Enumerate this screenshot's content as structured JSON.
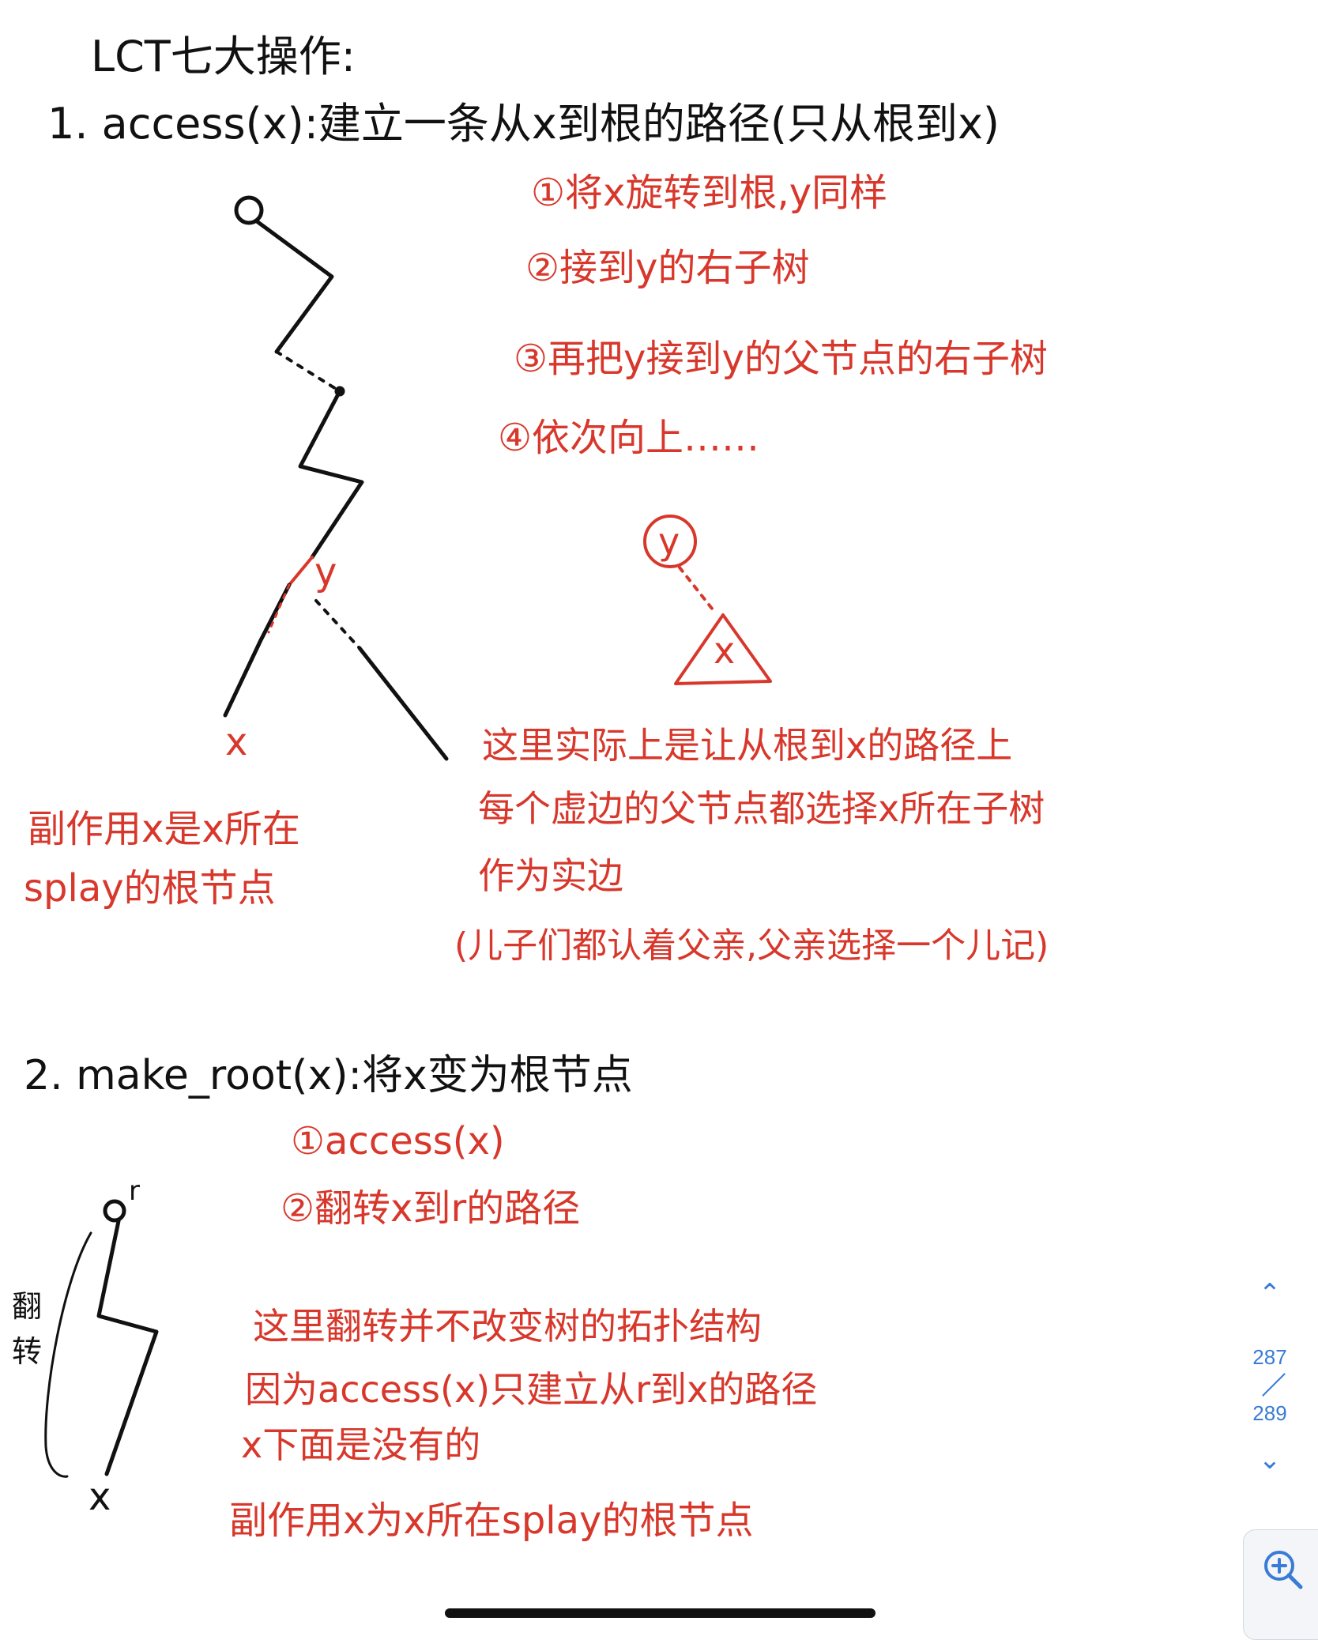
{
  "title": "LCT七大操作:",
  "section1": {
    "heading": "1. access(x):建立一条从x到根的路径(只从根到x)",
    "steps": [
      "①将x旋转到根,y同样",
      "②接到y的右子树",
      "③再把y接到y的父节点的右子树",
      "④依次向上……"
    ],
    "tree_labels": {
      "y": "y",
      "x": "x"
    },
    "diagram": {
      "top_label": "y",
      "triangle_label": "x"
    },
    "note": [
      "这里实际上是让从根到x的路径上",
      "每个虚边的父节点都选择x所在子树",
      "作为实边",
      "(儿子们都认着父亲,父亲选择一个儿记)"
    ],
    "side_effect": [
      "副作用x是x所在",
      "splay的根节点"
    ]
  },
  "section2": {
    "heading": "2. make_root(x):将x变为根节点",
    "steps": [
      "①access(x)",
      "②翻转x到r的路径"
    ],
    "tree_labels": {
      "root": "r",
      "side": "翻转",
      "x": "x"
    },
    "note": [
      "这里翻转并不改变树的拓扑结构",
      "因为access(x)只建立从r到x的路径",
      "x下面是没有的"
    ],
    "side_effect": "副作用x为x所在splay的根节点"
  },
  "pager": {
    "up_icon": "chevron-up-icon",
    "current": "287",
    "total": "289",
    "down_icon": "chevron-down-icon"
  },
  "zoom": {
    "icon": "zoom-in-icon"
  },
  "colors": {
    "ink": "#111111",
    "red": "#d8372b",
    "accent": "#3a7bd5"
  }
}
